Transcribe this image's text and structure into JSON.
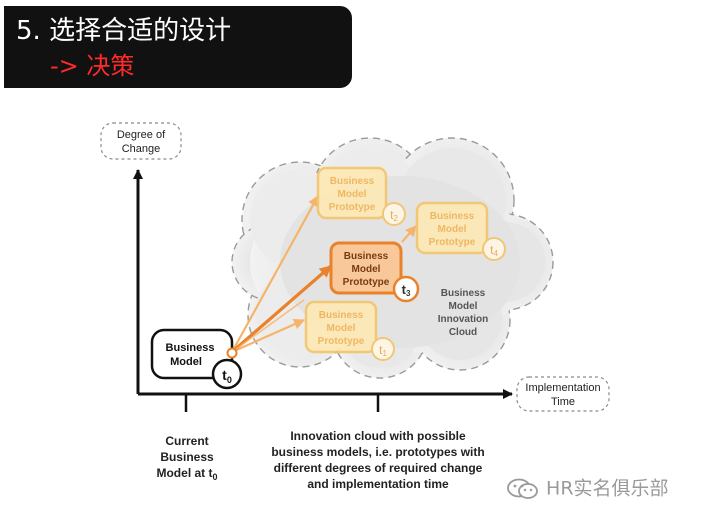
{
  "header": {
    "title": "5. 选择合适的设计",
    "subtitle": "-> 决策"
  },
  "axes": {
    "y_label_line1": "Degree of",
    "y_label_line2": "Change",
    "x_label_line1": "Implementation",
    "x_label_line2": "Time"
  },
  "current_model": {
    "line1": "Business",
    "line2": "Model",
    "time_letter": "t",
    "time_sub": "0"
  },
  "prototypes": [
    {
      "line1": "Business",
      "line2": "Model",
      "line3": "Prototype",
      "time_letter": "t",
      "time_sub": "1"
    },
    {
      "line1": "Business",
      "line2": "Model",
      "line3": "Prototype",
      "time_letter": "t",
      "time_sub": "2"
    },
    {
      "line1": "Business",
      "line2": "Model",
      "line3": "Prototype",
      "time_letter": "t",
      "time_sub": "3"
    },
    {
      "line1": "Business",
      "line2": "Model",
      "line3": "Prototype",
      "time_letter": "t",
      "time_sub": "4"
    }
  ],
  "cloud_label": {
    "line1": "Business",
    "line2": "Model",
    "line3": "Innovation",
    "line4": "Cloud"
  },
  "captions": {
    "current": {
      "line1": "Current",
      "line2": "Business",
      "line3_text": "Model at t",
      "line3_sub": "0"
    },
    "innovation": {
      "line1": "Innovation cloud with possible",
      "line2": "business models, i.e. prototypes with",
      "line3": "different degrees of required change",
      "line4": "and implementation time"
    }
  },
  "watermark": {
    "text": "HR实名俱乐部",
    "icon": "wechat-icon"
  },
  "colors": {
    "title_bg": "#111111",
    "title_accent": "#ff2a2a",
    "orange_dark": "#e9822a",
    "orange_light": "#f6b36a",
    "prototype_fill": "#fde9b4",
    "cloud_fill": "#eeeeee"
  }
}
